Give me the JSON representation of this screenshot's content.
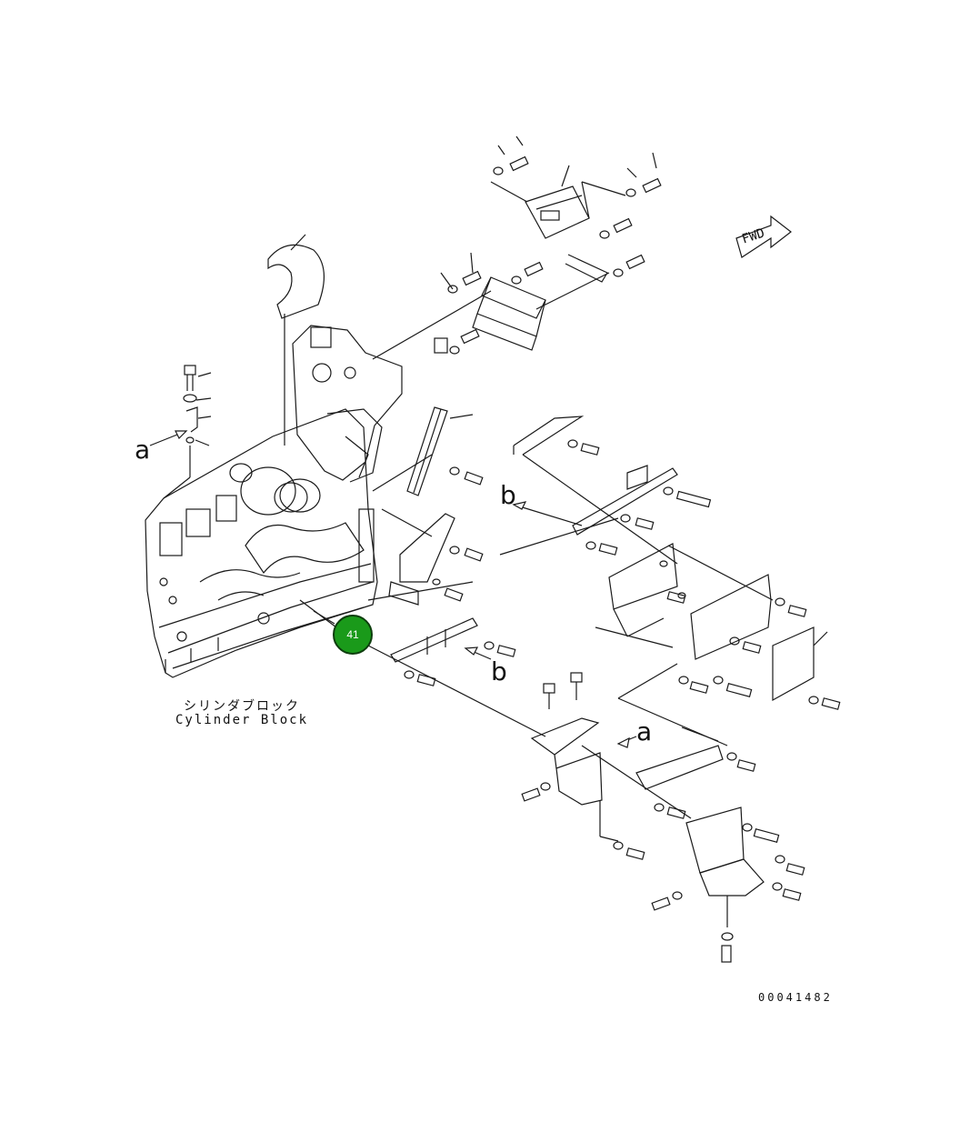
{
  "labels": {
    "a_top": "a",
    "b_top": "b",
    "b_bottom": "b",
    "a_bottom": "a",
    "cylinder_block_jp": "シリンダブロック",
    "cylinder_block_en": "Cylinder Block",
    "fwd": "FWD",
    "drawing_number": "00041482"
  },
  "callout": {
    "number": "41",
    "color": "#1a9a1a"
  },
  "colors": {
    "line": "#1a1a1a",
    "callout_fill": "#1a9a1a"
  }
}
